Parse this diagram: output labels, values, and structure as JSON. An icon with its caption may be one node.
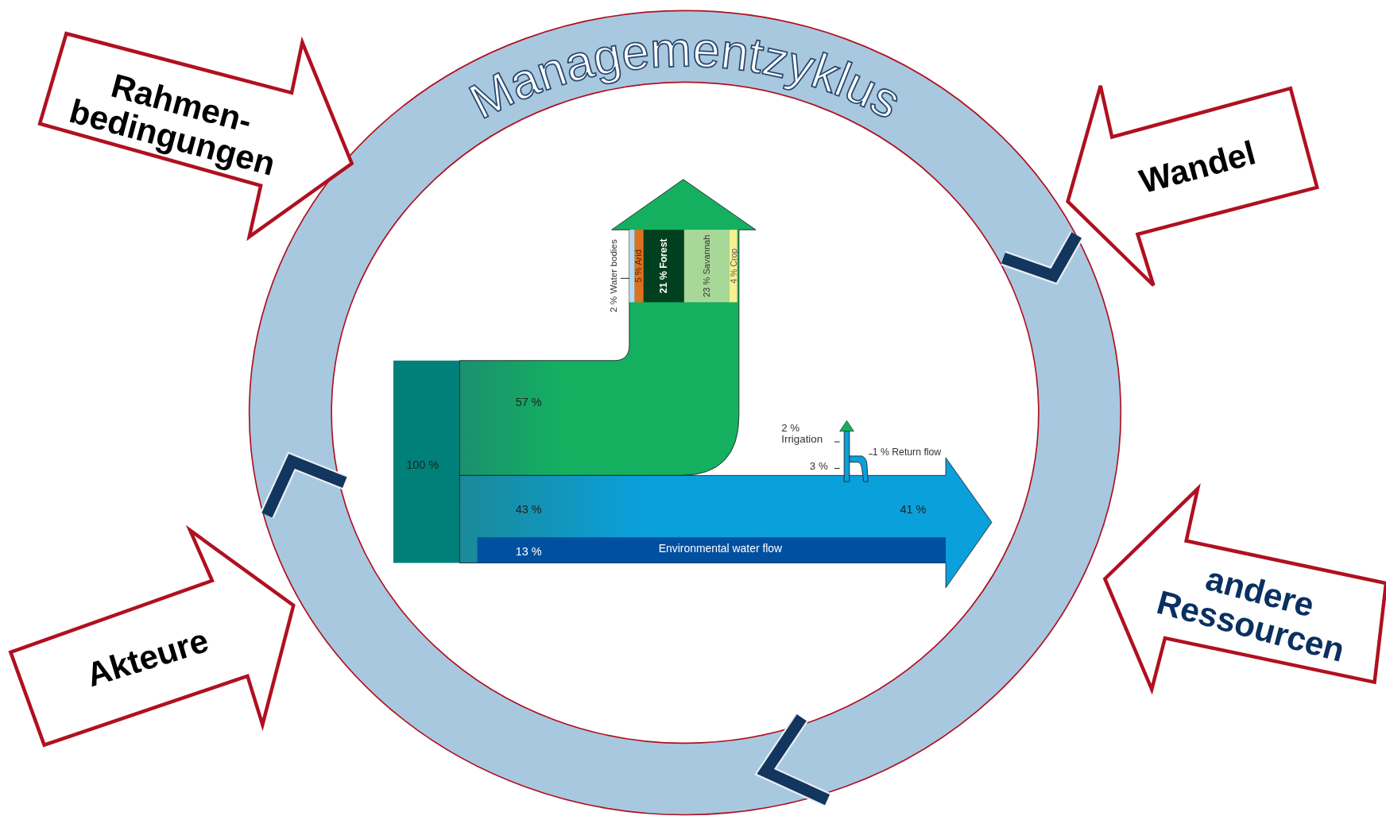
{
  "diagram": {
    "nodes": [
      {
        "text": [
          "Rahmen- bedingungen"
        ]
      },
      {
        "text": [
          "Managementzyklus"
        ]
      },
      {
        "text": [
          "Wandel"
        ]
      },
      {
        "text": [
          "100 %"
        ],
        "in": 1
      },
      {
        "text": [
          "57 %"
        ],
        "in": 1
      },
      {
        "text": [
          "2 % Water bodies"
        ],
        "in": 1
      },
      {
        "text": [],
        "shape": "bar",
        "in": 4
      },
      {
        "text": [
          "5 % Arid"
        ],
        "in": 4
      },
      {
        "text": [
          "21 % Forest"
        ],
        "in": 4
      },
      {
        "text": [
          "23 % Savannah"
        ],
        "in": 4
      },
      {
        "text": [
          "4 % Crop"
        ],
        "in": 4
      },
      {
        "text": [
          "43 %",
          "41 %"
        ],
        "in": 1
      },
      {
        "text": [
          "13 %",
          "Environmental water flow"
        ],
        "in": 11
      },
      {
        "text": [
          "2 % Irrigation"
        ],
        "in": 1
      },
      {
        "text": [],
        "shape": "bar",
        "in": 1
      },
      {
        "text": [
          "3 %"
        ],
        "in": 1
      },
      {
        "text": [
          "1 % Return flow"
        ],
        "in": 1
      },
      {
        "text": [],
        "shape": "bar",
        "in": 1
      },
      {
        "text": [
          "Akteure"
        ]
      },
      {
        "text": [
          "andere Ressourcen"
        ]
      }
    ],
    "edges": [
      {
        "from": 5,
        "to": 6,
        "arrow": "none"
      },
      {
        "from": 13,
        "to": 14,
        "arrow": "none"
      },
      {
        "from": 15,
        "to": 14,
        "arrow": "none"
      },
      {
        "from": 16,
        "to": 17,
        "arrow": "none"
      }
    ]
  }
}
